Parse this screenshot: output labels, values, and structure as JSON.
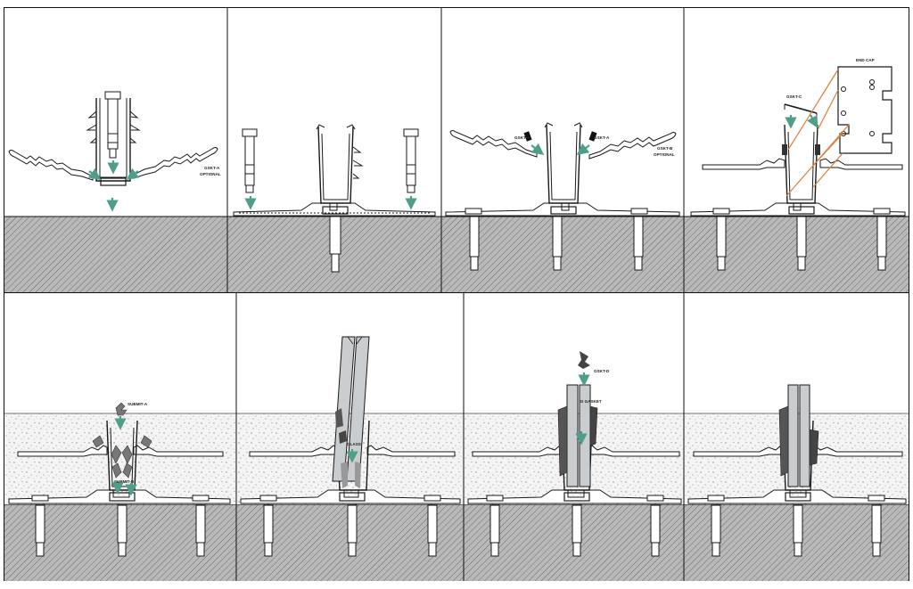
{
  "colors": {
    "frame": "#111111",
    "line": "#1a1a1a",
    "arrow": "#4f9e8a",
    "hatch_bg": "#b9b9b9",
    "hatch_line": "#6a6a6a",
    "concrete_bg": "#f2f2f2",
    "concrete_dot": "#8a8a8a",
    "orange": "#e07b39",
    "glass": "#c9cdd0",
    "gasket": "#555555"
  },
  "step1": {
    "label_1": "GSKT-A",
    "label_2": "OPTIONAL"
  },
  "step3": {
    "label_left": "GSKT-A",
    "label_right": "GSKT-A",
    "label_3": "GSKT-B",
    "label_4": "OPTIONAL"
  },
  "step4": {
    "callout": "END CAP",
    "label": "GSKT-C"
  },
  "step5": {
    "label_1": "SUBMIT-A",
    "label_2": "SUBMIT-B"
  },
  "step6": {
    "label": "GLASS"
  },
  "step7": {
    "label_1": "GSKT-D",
    "label_2": "D GASKET"
  }
}
